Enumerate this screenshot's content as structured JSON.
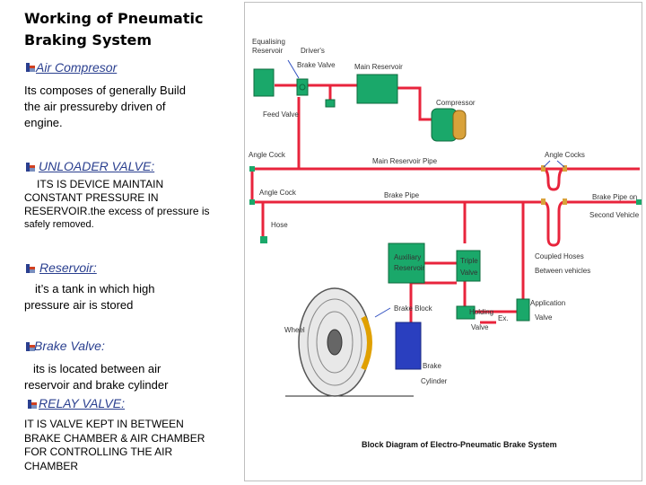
{
  "left": {
    "title_line1": "Working of Pneumatic",
    "title_line2": "Braking System",
    "sections": [
      {
        "heading": "Air Compresor",
        "body": [
          "Its composes of generally Build",
          "the air pressureby driven of",
          "engine."
        ]
      },
      {
        "heading": "UNLOADER  VALVE:",
        "body": [
          "ITS IS DEVICE MAINTAIN",
          "CONSTANT PRESSURE IN",
          "RESERVOIR.the excess of pressure is",
          "safely removed."
        ]
      },
      {
        "heading": "Reservoir:",
        "body": [
          "it’s a tank in which high",
          "pressure air is stored"
        ]
      },
      {
        "heading": "Brake Valve:",
        "body": [
          "its is located between air",
          "reservoir  and brake cylinder"
        ]
      },
      {
        "heading": "RELAY VALVE:",
        "body": [
          "IT IS VALVE KEPT IN BETWEEN",
          "BRAKE CHAMBER & AIR CHAMBER",
          "FOR CONTROLLING THE  AIR",
          "CHAMBER"
        ]
      }
    ]
  },
  "diagram": {
    "labels": {
      "equalising_reservoir": [
        "Equalising",
        "Reservoir"
      ],
      "drivers_brake_valve": [
        "Driver's",
        "Brake Valve"
      ],
      "main_reservoir": "Main Reservoir",
      "feed_valve": "Feed Valve",
      "compressor": "Compressor",
      "angle_cock": "Angle Cock",
      "main_reservoir_pipe": "Main Reservoir Pipe",
      "angle_cocks": "Angle Cocks",
      "angle_cock_lower": "Angle Cock",
      "brake_pipe": "Brake Pipe",
      "brake_pipe_on": [
        "Brake Pipe on",
        "Second Vehicle"
      ],
      "hose": "Hose",
      "auxiliary_reservoir": [
        "Auxiliary",
        "Reservoir"
      ],
      "triple_valve": [
        "Triple",
        "Valve"
      ],
      "coupled_hoses": [
        "Coupled Hoses",
        "Between vehicles"
      ],
      "application_valve": [
        "Application",
        "Valve"
      ],
      "wheel": "Wheel",
      "brake_block": "Brake Block",
      "holding_valve": [
        "Holding",
        "Valve"
      ],
      "ex": "Ex.",
      "brake_cylinder": [
        "Brake",
        "Cylinder"
      ],
      "caption": "Block Diagram of Electro-Pneumatic Brake System"
    },
    "colors": {
      "pipe": "#e8243c",
      "component": "#1aa86a",
      "component_border": "#0d6b3e",
      "cylinder": "#2a3fbf",
      "compressor_end": "#d9a23a",
      "wheel_block": "#e0a000"
    }
  }
}
